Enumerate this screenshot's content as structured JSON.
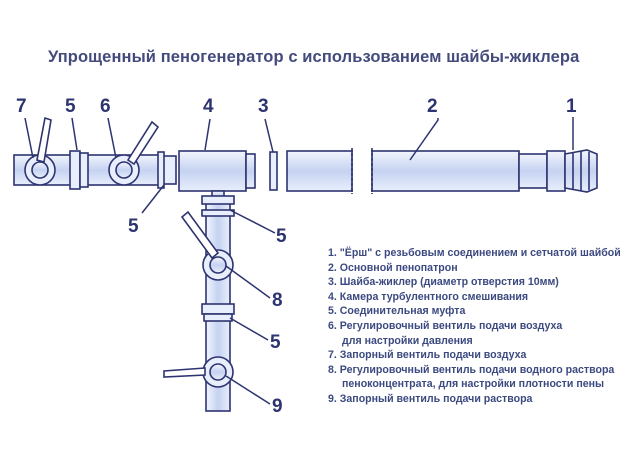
{
  "title": "Упрощенный пеногенератор с использованием шайбы-жиклера",
  "callouts": {
    "n1": "1",
    "n2": "2",
    "n3": "3",
    "n4": "4",
    "n5a": "5",
    "n6": "6",
    "n7": "7",
    "n5b": "5",
    "n5c": "5",
    "n8": "8",
    "n5d": "5",
    "n9": "9"
  },
  "legend": [
    "1. \"Ёрш\" с резьбовым соединением и сетчатой шайбой",
    "2. Основной пенопатрон",
    "3. Шайба-жиклер (диаметр отверстия 10мм)",
    "4. Камера турбулентного смешивания",
    "5. Соединительная муфта",
    "6. Регулировочный вентиль подачи воздуха",
    "для настройки давления",
    "7. Запорный вентиль подачи воздуха",
    "8. Регулировочный вентиль подачи водного раствора",
    "пеноконцентрата, для настройки плотности пены",
    "9. Запорный вентиль подачи раствора"
  ],
  "colors": {
    "line": "#2d3470",
    "fill": "#c7d4f2",
    "fill_light": "#e3eafa"
  }
}
